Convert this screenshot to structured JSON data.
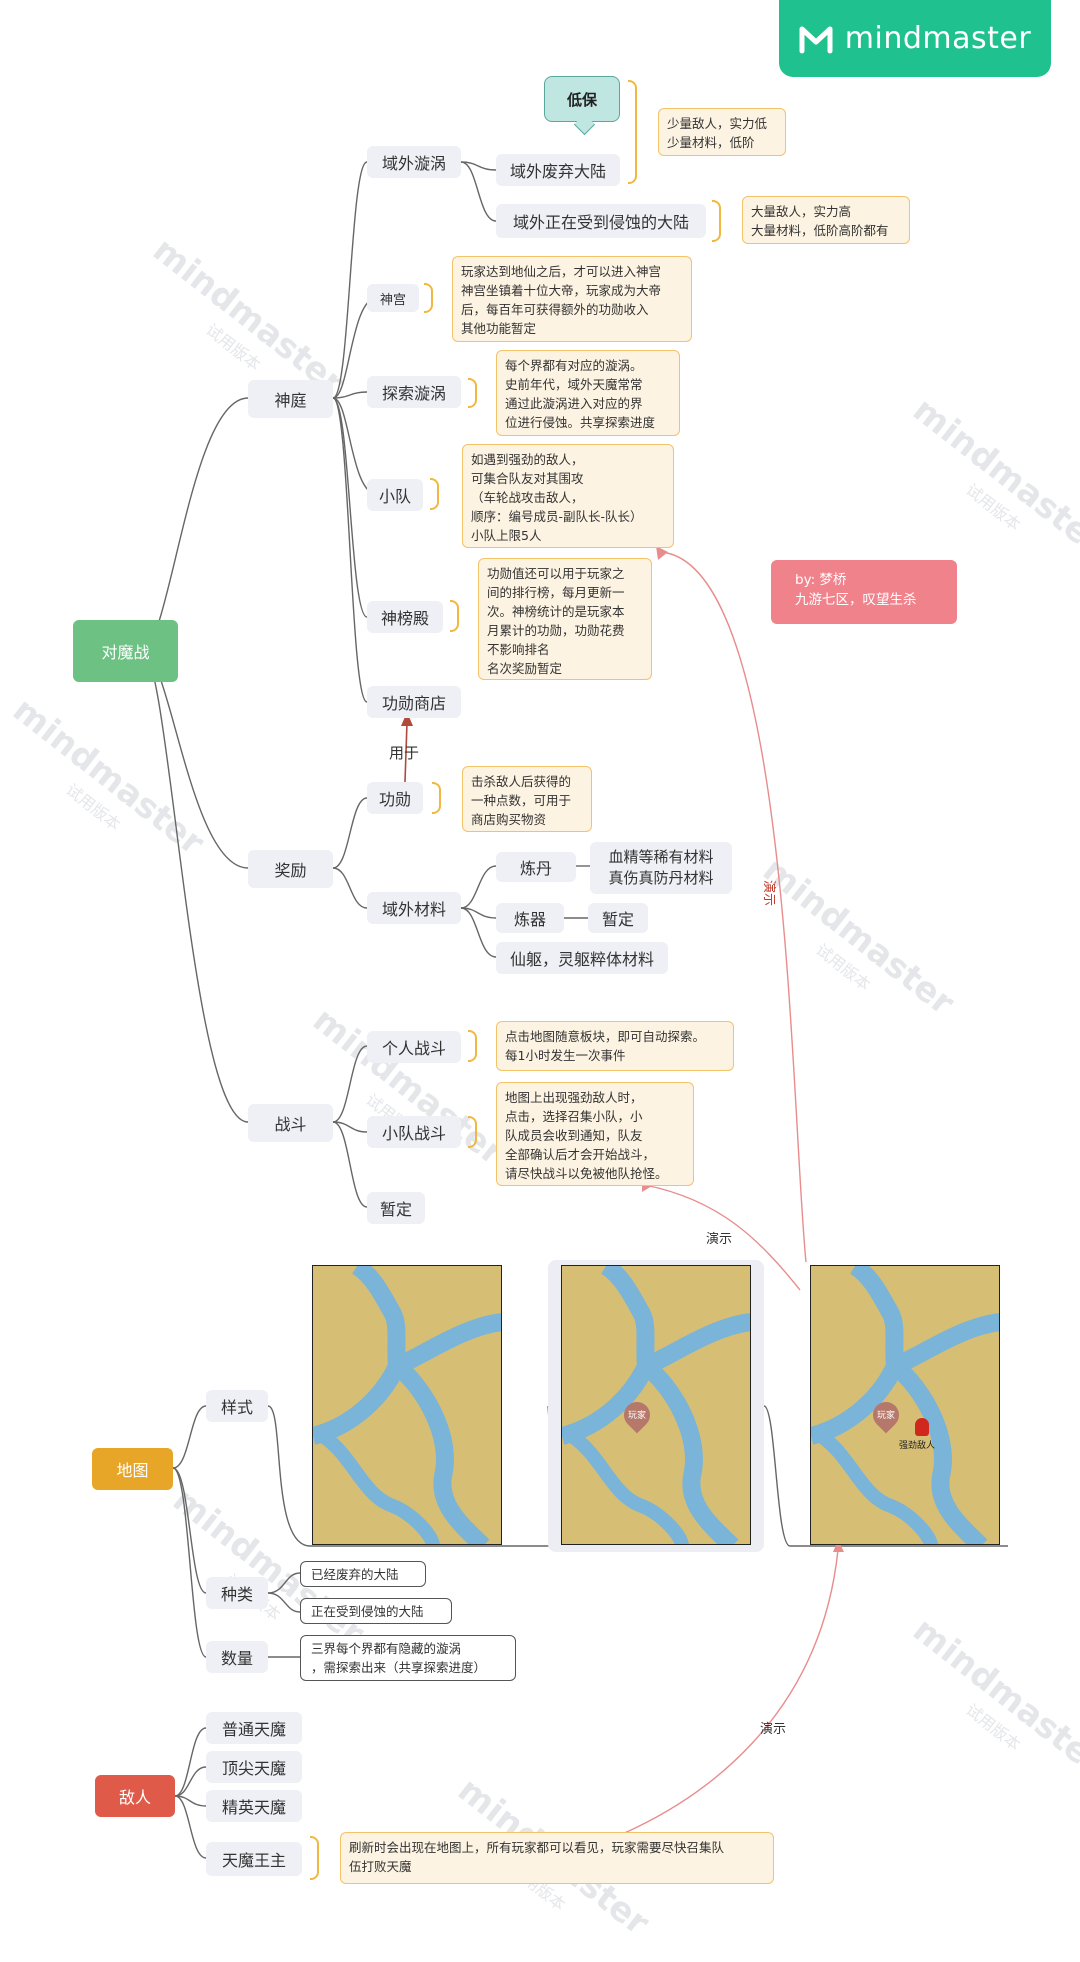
{
  "brand": {
    "name": "mindmaster",
    "color": "#1fc28e"
  },
  "author": {
    "line1": "by: 梦桥",
    "line2": "九游七区，叹望生杀"
  },
  "root1": {
    "label": "对魔战",
    "color": "#6cc183"
  },
  "shenting": {
    "label": "神庭",
    "yuwai_xuanwo": {
      "label": "域外漩涡",
      "abandoned": "域外废弃大陆",
      "badge": "低保",
      "abandoned_note": "少量敌人，实力低\n少量材料，低阶",
      "eroding": "域外正在受到侵蚀的大陆",
      "eroding_note": "大量敌人，实力高\n大量材料，低阶高阶都有"
    },
    "shengong": {
      "label": "神宫",
      "note": "玩家达到地仙之后，才可以进入神宫\n神宫坐镇着十位大帝，玩家成为大帝\n后，每百年可获得额外的功勋收入\n其他功能暂定"
    },
    "tansuo": {
      "label": "探索漩涡",
      "note": "每个界都有对应的漩涡。\n史前年代，域外天魔常常\n通过此漩涡进入对应的界\n位进行侵蚀。共享探索进度"
    },
    "xiaodui": {
      "label": "小队",
      "note": "如遇到强劲的敌人，\n可集合队友对其围攻\n（车轮战攻击敌人，\n顺序：编号成员-副队长-队长）\n小队上限5人"
    },
    "shenbang": {
      "label": "神榜殿",
      "note": "功勋值还可以用于玩家之\n间的排行榜，每月更新一\n次。神榜统计的是玩家本\n月累计的功勋，功勋花费\n不影响排名\n名次奖励暂定"
    },
    "shop": {
      "label": "功勋商店"
    }
  },
  "reward": {
    "label": "奖励",
    "gongxun": {
      "label": "功勋",
      "note": "击杀敌人后获得的\n一种点数，可用于\n商店购买物资",
      "used_for": "用于"
    },
    "material": {
      "label": "域外材料",
      "liandan": "炼丹",
      "liandan_items": "血精等稀有材料\n真伤真防丹材料",
      "lianqi": "炼器",
      "lianqi_item": "暂定",
      "xianqu": "仙躯，灵躯粹体材料"
    }
  },
  "battle": {
    "label": "战斗",
    "personal": {
      "label": "个人战斗",
      "note": "点击地图随意板块，即可自动探索。\n每1小时发生一次事件"
    },
    "squad": {
      "label": "小队战斗",
      "note": "地图上出现强劲敌人时，\n点击，选择召集小队，小\n队成员会收到通知，队友\n全部确认后才会开始战斗，\n请尽快战斗以免被他队抢怪。"
    },
    "tbd": {
      "label": "暂定"
    }
  },
  "demo_label": "演示",
  "map": {
    "label": "地图",
    "color": "#e8a628",
    "style": "样式",
    "types": {
      "label": "种类",
      "a": "已经废弃的大陆",
      "b": "正在受到侵蚀的大陆"
    },
    "count": {
      "label": "数量",
      "note": "三界每个界都有隐藏的漩涡\n，需探索出来（共享探索进度）"
    },
    "player_pin": "玩家",
    "enemy_pin": "强劲敌人",
    "land_color": "#d6bf75",
    "river_color": "#7ab4d8"
  },
  "enemy": {
    "label": "敌人",
    "color": "#e05a4a",
    "common": "普通天魔",
    "top": "顶尖天魔",
    "elite": "精英天魔",
    "king": "天魔王主",
    "king_note": "刷新时会出现在地图上，所有玩家都可以看见，玩家需要尽快召集队\n伍打败天魔"
  },
  "watermark": {
    "title": "mindmaster",
    "sub": "试用版本"
  }
}
